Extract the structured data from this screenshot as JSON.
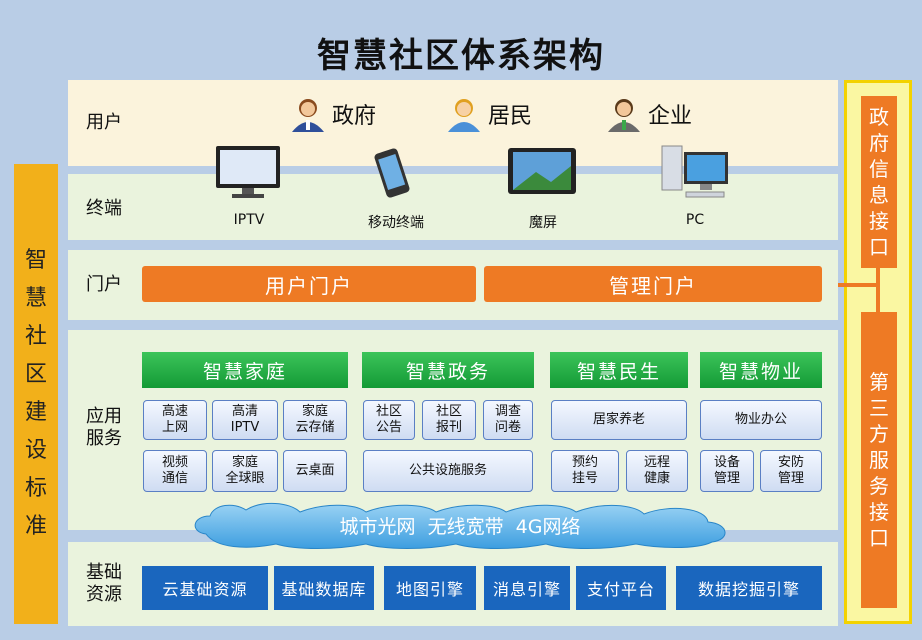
{
  "title": "智慧社区体系架构",
  "rows": {
    "user": "用户",
    "terminal": "终端",
    "portal": "门户",
    "app": "应用\n服务",
    "base": "基础\n资源"
  },
  "users": [
    "政府",
    "居民",
    "企业"
  ],
  "terminals": [
    "IPTV",
    "移动终端",
    "魔屏",
    "PC"
  ],
  "portals": [
    "用户门户",
    "管理门户"
  ],
  "categories": [
    "智慧家庭",
    "智慧政务",
    "智慧民生",
    "智慧物业"
  ],
  "services": {
    "home_r1": [
      "高速\n上网",
      "高清\nIPTV",
      "家庭\n云存储"
    ],
    "home_r2": [
      "视频\n通信",
      "家庭\n全球眼",
      "云桌面"
    ],
    "gov_r1": [
      "社区\n公告",
      "社区\n报刊",
      "调查\n问卷"
    ],
    "gov_r2": "公共设施服务",
    "life_r1": "居家养老",
    "life_r2": [
      "预约\n挂号",
      "远程\n健康"
    ],
    "prop_r1": "物业办公",
    "prop_r2": [
      "设备\n管理",
      "安防\n管理"
    ]
  },
  "network": "城市光网  无线宽带  4G网络",
  "base": [
    "云基础资源",
    "基础数据库",
    "地图引擎",
    "消息引擎",
    "支付平台",
    "数据挖掘引擎"
  ],
  "left_bar": [
    "智",
    "慧",
    "社",
    "区",
    "建",
    "设",
    "标",
    "准"
  ],
  "right_top": [
    "政",
    "府",
    "信",
    "息",
    "接",
    "口"
  ],
  "right_bottom": [
    "第",
    "三",
    "方",
    "服",
    "务",
    "接",
    "口"
  ],
  "colors": {
    "orange": "#ee7a24",
    "green": "#1ea83f",
    "blue": "#1a66be",
    "yellow": "#f2b01a",
    "cloud": "#6ab8ec"
  }
}
